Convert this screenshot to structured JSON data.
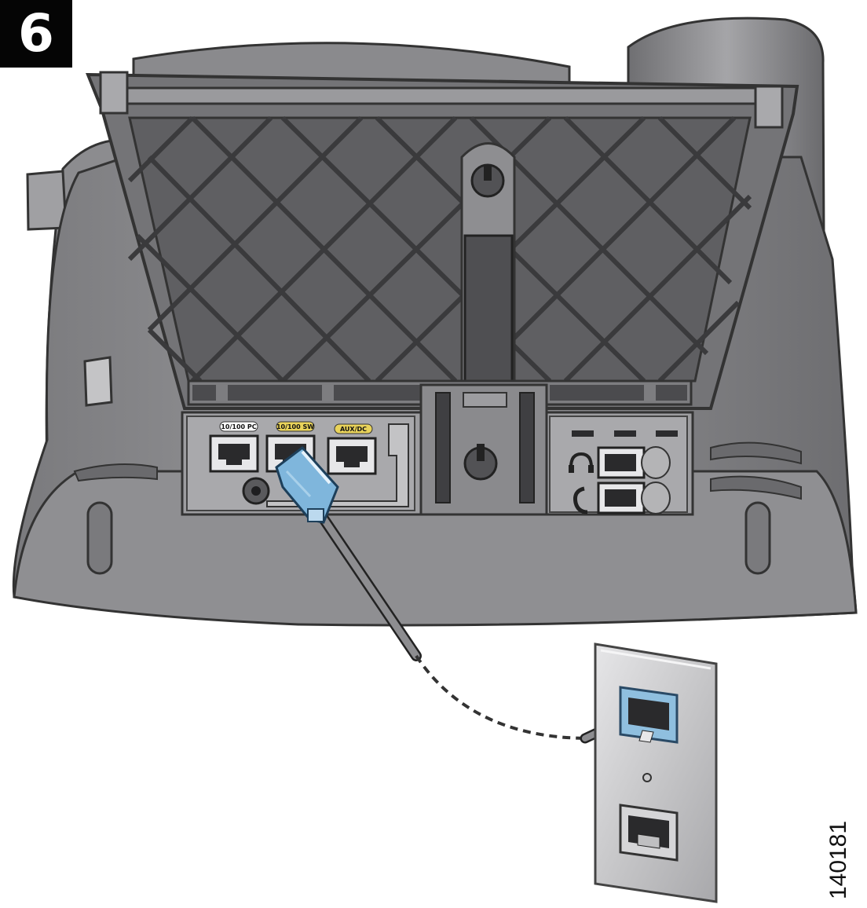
{
  "step": {
    "number": "6"
  },
  "figure": {
    "id": "140181"
  },
  "ports": [
    {
      "label": "10/100 PC"
    },
    {
      "label": "10/100 SW"
    },
    {
      "label": "AUX/DC"
    }
  ],
  "colors": {
    "phone_body": "#8e8e90",
    "phone_dark": "#5f5f62",
    "phone_light": "#b4b4b6",
    "connector_blue": "#7fb6dc",
    "wall_plate": "#c9c9cb",
    "port_label_yellow": "#e9d35a"
  }
}
